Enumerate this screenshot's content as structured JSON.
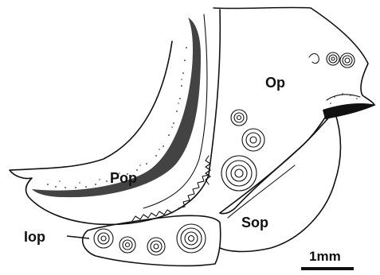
{
  "figure": {
    "labels": {
      "pop": "Pop",
      "op": "Op",
      "sop": "Sop",
      "iop": "Iop"
    },
    "scale_bar": {
      "label": "1mm"
    },
    "colors": {
      "ink": "#111111",
      "background": "#ffffff",
      "stipple": "#222222"
    }
  }
}
